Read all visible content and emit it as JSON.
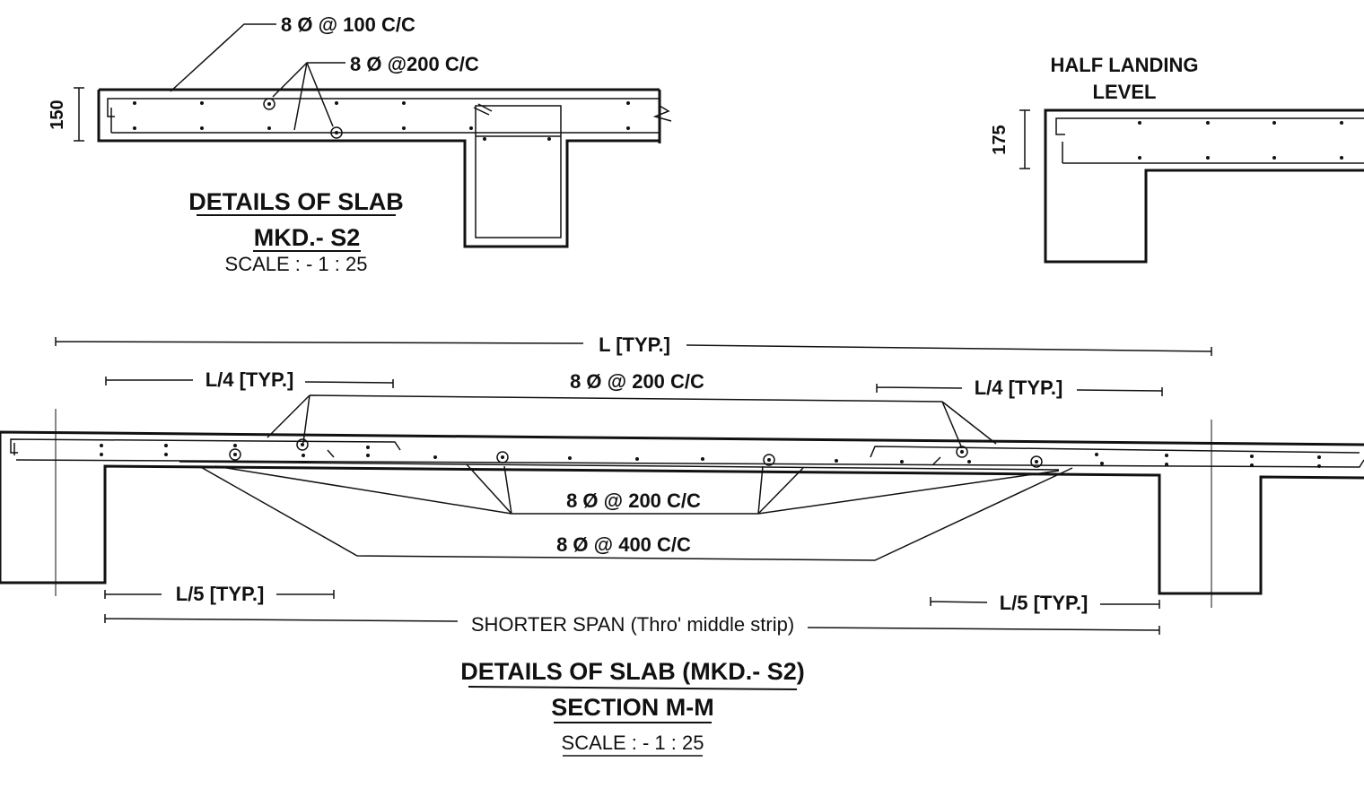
{
  "top_left_detail": {
    "dimension": "150",
    "bar_label_1": "8 Ø @ 100 C/C",
    "bar_label_2": "8 Ø @200 C/C",
    "title_line1": "DETAILS OF SLAB",
    "title_line2": "MKD.- S2",
    "scale": "SCALE : - 1 : 25"
  },
  "top_right_detail": {
    "title_line1": "HALF LANDING",
    "title_line2": "LEVEL",
    "dimension": "175"
  },
  "section": {
    "overall_span": "L [TYP.]",
    "left_quarter": "L/4 [TYP.]",
    "right_quarter": "L/4 [TYP.]",
    "top_bars": "8 Ø @ 200 C/C",
    "bottom_bars_1": "8 Ø @ 200 C/C",
    "bottom_bars_2": "8 Ø @ 400 C/C",
    "left_fifth": "L/5 [TYP.]",
    "right_fifth": "L/5 [TYP.]",
    "shorter_span": "SHORTER SPAN (Thro' middle strip)",
    "title_line1": "DETAILS OF SLAB (MKD.- S2)",
    "title_line2": "SECTION M-M",
    "scale": "SCALE : - 1 : 25"
  }
}
